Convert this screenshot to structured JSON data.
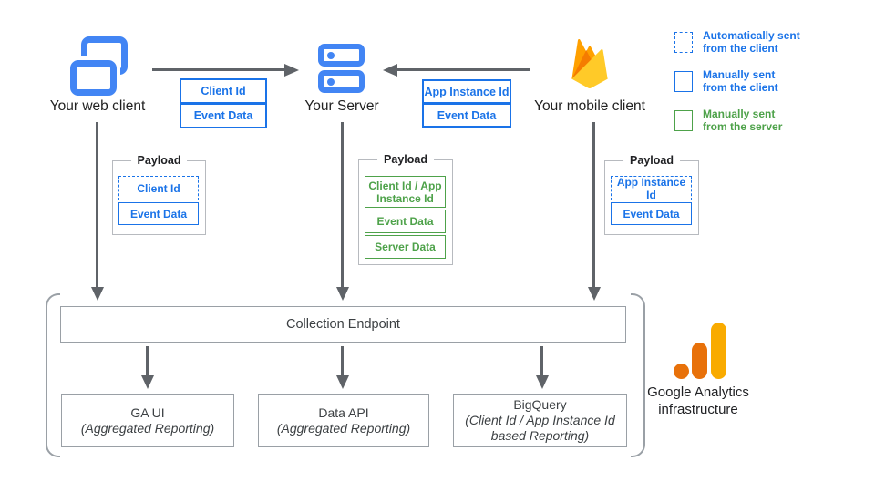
{
  "palette": {
    "blue_accent": "#1A73E8",
    "icon_blue": "#4285F4",
    "green_accent": "#4EA24A",
    "arrow_gray": "#5F6368",
    "box_border_gray": "#9AA0A6",
    "text_dark": "#202124",
    "ga_orange": "#E8710A",
    "ga_amber": "#F9AB00",
    "firebase_orange": "#FFA000",
    "firebase_deep_orange": "#F57C00",
    "firebase_amber": "#FFCA28"
  },
  "icons": {
    "web_client": "overlapping-browser-windows-icon",
    "server": "server-stack-icon",
    "mobile_client": "firebase-flame-icon",
    "infrastructure": "google-analytics-logo"
  },
  "nodes": {
    "web": {
      "label": "Your web client"
    },
    "server": {
      "label": "Your Server"
    },
    "mobile": {
      "label": "Your mobile client"
    }
  },
  "flows": {
    "web_to_server": {
      "tags": [
        "Client Id",
        "Event Data"
      ]
    },
    "mobile_to_server": {
      "tags": [
        "App Instance Id",
        "Event Data"
      ]
    }
  },
  "legend": {
    "items": [
      {
        "style": "dashed-blue",
        "line1": "Automatically sent",
        "line2": "from the client"
      },
      {
        "style": "solid-blue",
        "line1": "Manually sent",
        "line2": "from the client"
      },
      {
        "style": "solid-green",
        "line1": "Manually sent",
        "line2": "from the server"
      }
    ]
  },
  "payloads": {
    "web": {
      "title": "Payload",
      "items": [
        {
          "label": "Client Id",
          "style": "dashed-blue"
        },
        {
          "label": "Event Data",
          "style": "solid-blue"
        }
      ]
    },
    "server": {
      "title": "Payload",
      "items": [
        {
          "label": "Client Id / App Instance Id",
          "style": "solid-green"
        },
        {
          "label": "Event Data",
          "style": "solid-green"
        },
        {
          "label": "Server Data",
          "style": "solid-green"
        }
      ]
    },
    "mobile": {
      "title": "Payload",
      "items": [
        {
          "label": "App Instance Id",
          "style": "dashed-blue"
        },
        {
          "label": "Event Data",
          "style": "solid-blue"
        }
      ]
    }
  },
  "infrastructure": {
    "endpoint_label": "Collection Endpoint",
    "outputs": [
      {
        "title": "GA UI",
        "subtitle": "(Aggregated Reporting)"
      },
      {
        "title": "Data API",
        "subtitle": "(Aggregated Reporting)"
      },
      {
        "title": "BigQuery",
        "subtitle": "(Client Id / App Instance Id based Reporting)"
      }
    ],
    "brand_line1": "Google Analytics",
    "brand_line2": "infrastructure"
  }
}
